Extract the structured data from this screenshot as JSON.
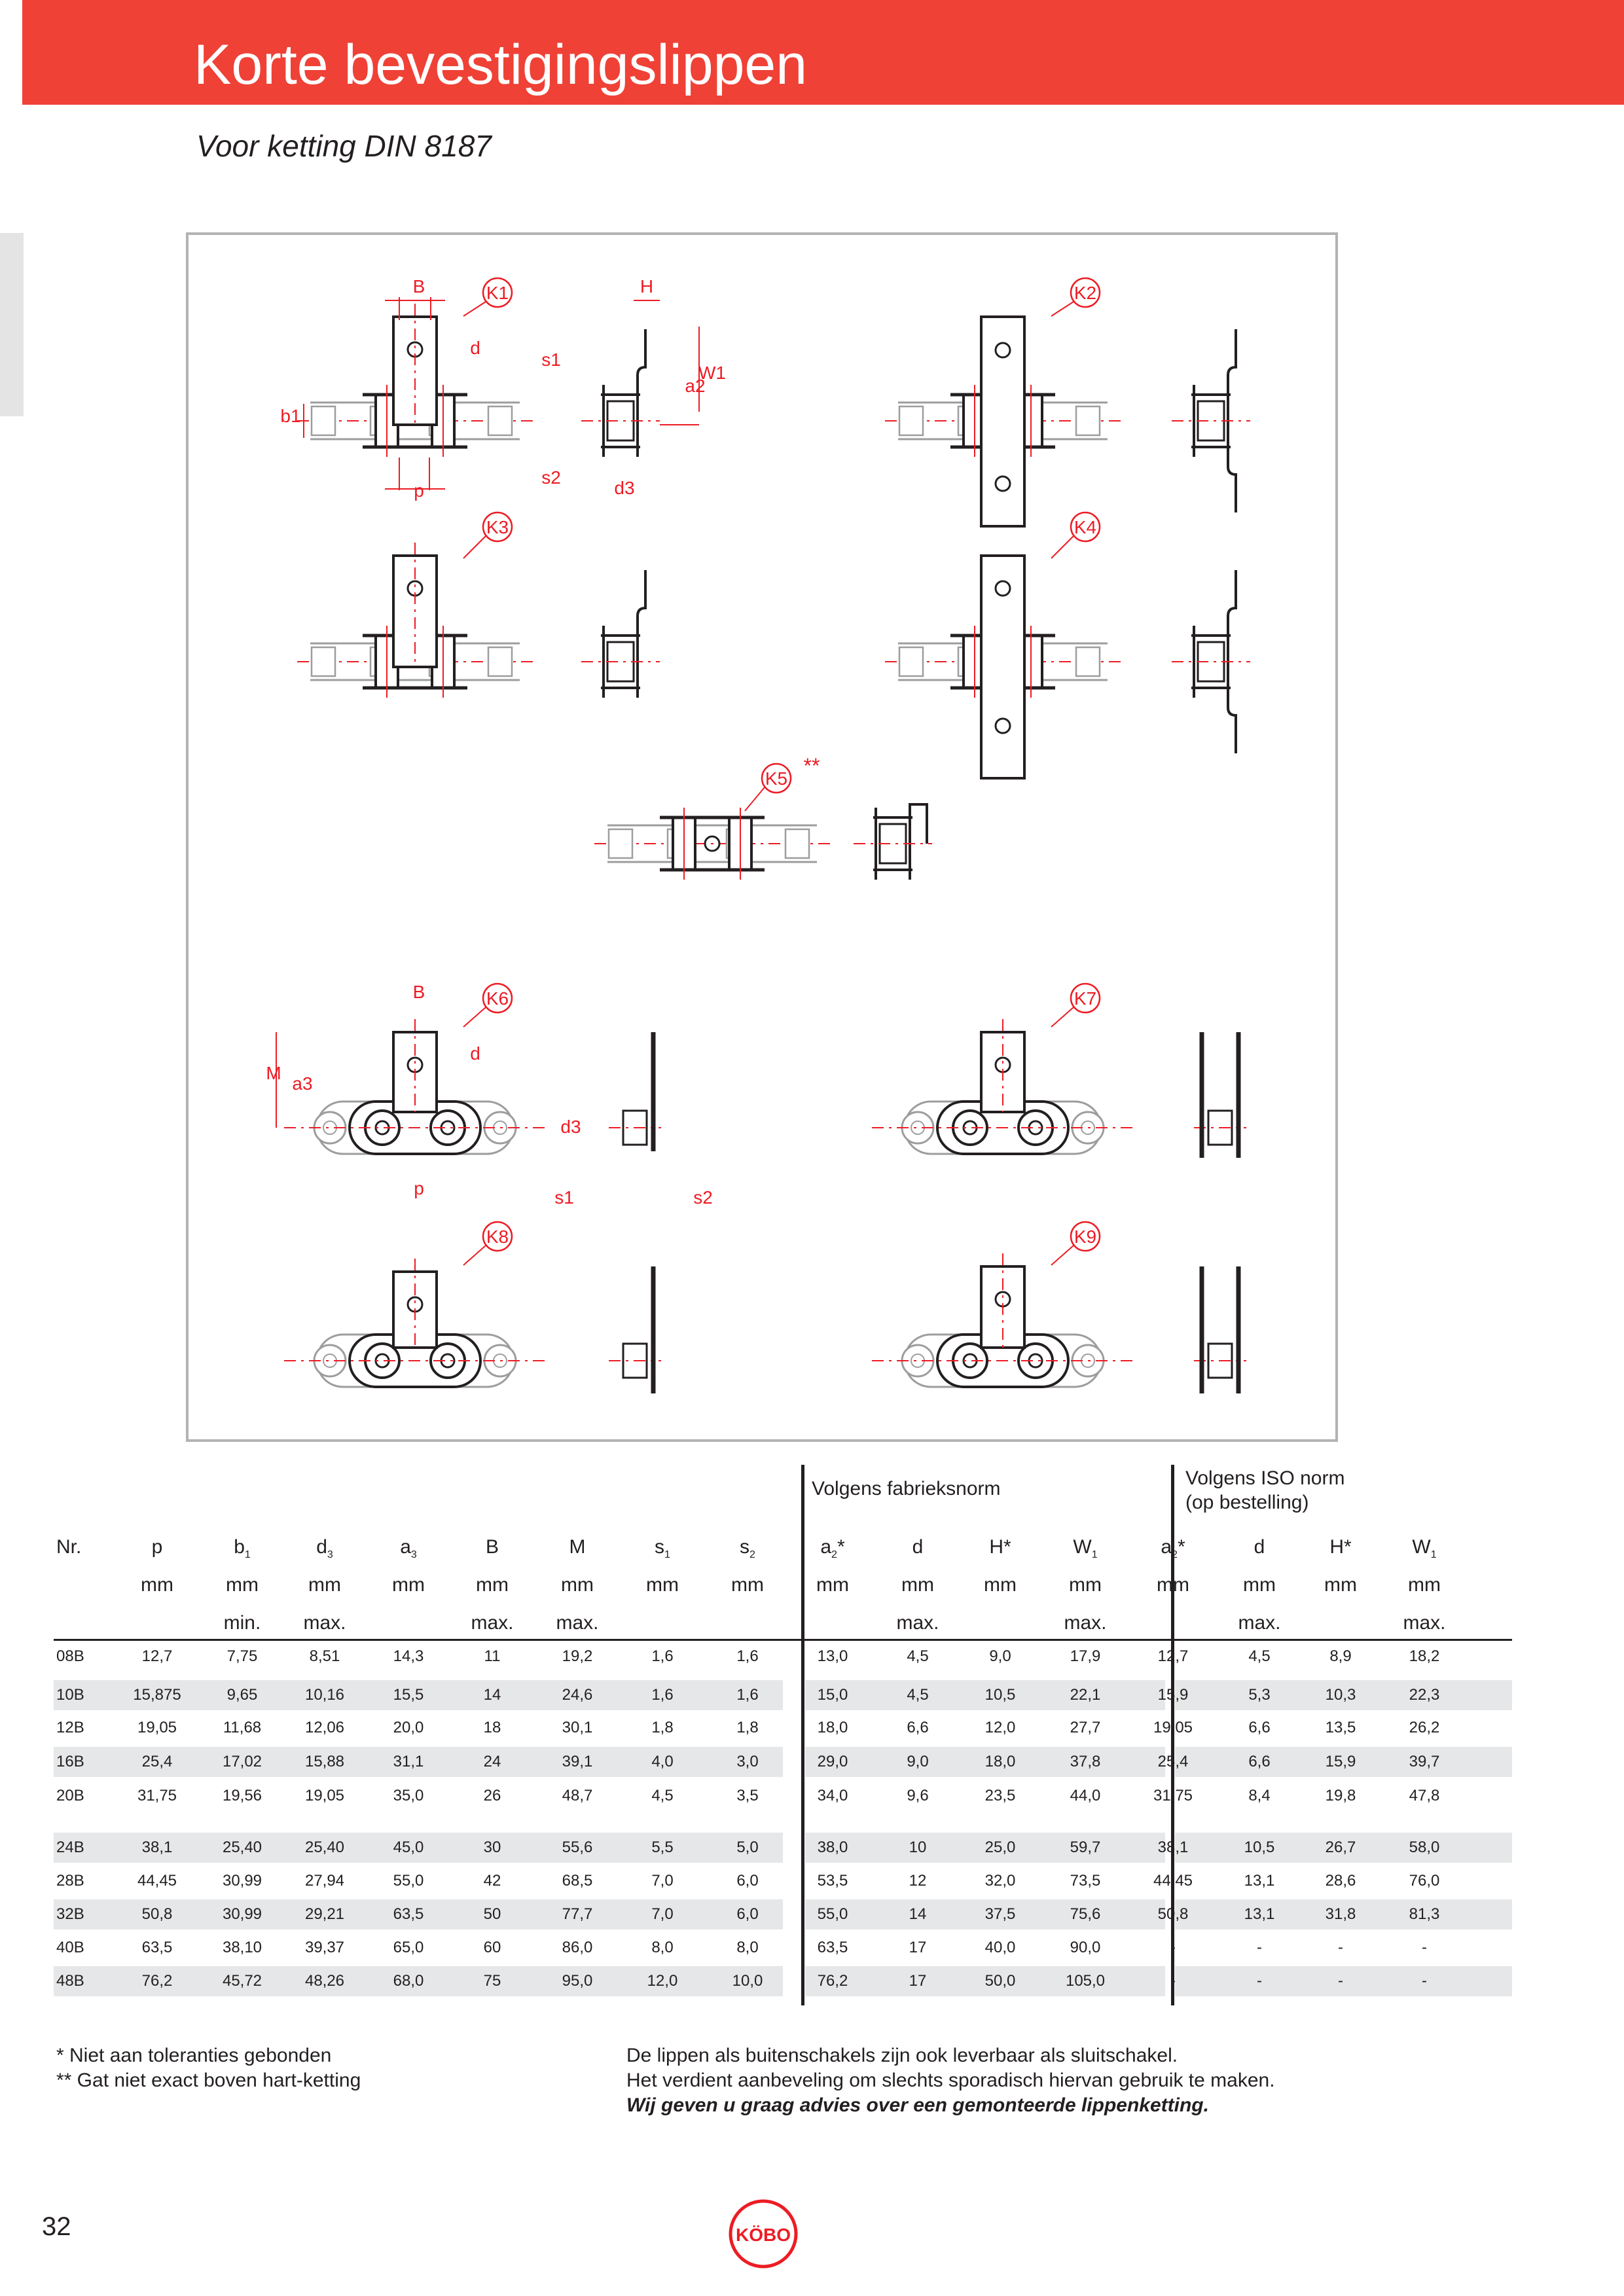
{
  "header": {
    "title": "Korte bevestigingslippen",
    "subtitle": "Voor ketting DIN 8187"
  },
  "page_number": "32",
  "logo_text": "KÖBO",
  "colors": {
    "accent_red": "#ef4136",
    "drawing_red": "#ed1c24",
    "row_shade": "#e6e7e8",
    "frame_grey": "#b3b3b3"
  },
  "drawing": {
    "variants": [
      "K1",
      "K2",
      "K3",
      "K4",
      "K5",
      "K6",
      "K7",
      "K8",
      "K9"
    ],
    "k5_suffix": "**",
    "dims_k1": {
      "B": "B",
      "d": "d",
      "b1": "b1",
      "p": "p",
      "H": "H",
      "s1": "s1",
      "W1": "W1",
      "a2": "a2",
      "s2": "s2",
      "d3": "d3"
    },
    "dims_k6": {
      "B": "B",
      "d": "d",
      "M": "M",
      "a3": "a3",
      "p": "p",
      "d3": "d3",
      "s1": "s1",
      "s2": "s2"
    }
  },
  "table": {
    "groups": {
      "fabrieksnorm": "Volgens fabrieksnorm",
      "iso_line1": "Volgens ISO norm",
      "iso_line2": "(op bestelling)"
    },
    "headers": [
      {
        "label": "Nr.",
        "sub": "",
        "unit": "",
        "limit": ""
      },
      {
        "label": "p",
        "sub": "",
        "unit": "mm",
        "limit": ""
      },
      {
        "label": "b",
        "sub": "1",
        "unit": "mm",
        "limit": "min."
      },
      {
        "label": "d",
        "sub": "3",
        "unit": "mm",
        "limit": "max."
      },
      {
        "label": "a",
        "sub": "3",
        "unit": "mm",
        "limit": ""
      },
      {
        "label": "B",
        "sub": "",
        "unit": "mm",
        "limit": "max."
      },
      {
        "label": "M",
        "sub": "",
        "unit": "mm",
        "limit": "max."
      },
      {
        "label": "s",
        "sub": "1",
        "unit": "mm",
        "limit": ""
      },
      {
        "label": "s",
        "sub": "2",
        "unit": "mm",
        "limit": ""
      },
      {
        "label": "a",
        "sub": "2",
        "sup": "*",
        "unit": "mm",
        "limit": ""
      },
      {
        "label": "d",
        "sub": "",
        "unit": "mm",
        "limit": "max."
      },
      {
        "label": "H*",
        "sub": "",
        "unit": "mm",
        "limit": ""
      },
      {
        "label": "W",
        "sub": "1",
        "unit": "mm",
        "limit": "max."
      },
      {
        "label": "a",
        "sub": "2",
        "sup": "*",
        "unit": "mm",
        "limit": ""
      },
      {
        "label": "d",
        "sub": "",
        "unit": "mm",
        "limit": "max."
      },
      {
        "label": "H*",
        "sub": "",
        "unit": "mm",
        "limit": ""
      },
      {
        "label": "W",
        "sub": "1",
        "unit": "mm",
        "limit": "max."
      }
    ],
    "rows": [
      [
        "08B",
        "12,7",
        "7,75",
        "8,51",
        "14,3",
        "11",
        "19,2",
        "1,6",
        "1,6",
        "13,0",
        "4,5",
        "9,0",
        "17,9",
        "12,7",
        "4,5",
        "8,9",
        "18,2"
      ],
      [
        "10B",
        "15,875",
        "9,65",
        "10,16",
        "15,5",
        "14",
        "24,6",
        "1,6",
        "1,6",
        "15,0",
        "4,5",
        "10,5",
        "22,1",
        "15,9",
        "5,3",
        "10,3",
        "22,3"
      ],
      [
        "12B",
        "19,05",
        "11,68",
        "12,06",
        "20,0",
        "18",
        "30,1",
        "1,8",
        "1,8",
        "18,0",
        "6,6",
        "12,0",
        "27,7",
        "19,05",
        "6,6",
        "13,5",
        "26,2"
      ],
      [
        "16B",
        "25,4",
        "17,02",
        "15,88",
        "31,1",
        "24",
        "39,1",
        "4,0",
        "3,0",
        "29,0",
        "9,0",
        "18,0",
        "37,8",
        "25,4",
        "6,6",
        "15,9",
        "39,7"
      ],
      [
        "20B",
        "31,75",
        "19,56",
        "19,05",
        "35,0",
        "26",
        "48,7",
        "4,5",
        "3,5",
        "34,0",
        "9,6",
        "23,5",
        "44,0",
        "31,75",
        "8,4",
        "19,8",
        "47,8"
      ],
      [
        "24B",
        "38,1",
        "25,40",
        "25,40",
        "45,0",
        "30",
        "55,6",
        "5,5",
        "5,0",
        "38,0",
        "10",
        "25,0",
        "59,7",
        "38,1",
        "10,5",
        "26,7",
        "58,0"
      ],
      [
        "28B",
        "44,45",
        "30,99",
        "27,94",
        "55,0",
        "42",
        "68,5",
        "7,0",
        "6,0",
        "53,5",
        "12",
        "32,0",
        "73,5",
        "44,45",
        "13,1",
        "28,6",
        "76,0"
      ],
      [
        "32B",
        "50,8",
        "30,99",
        "29,21",
        "63,5",
        "50",
        "77,7",
        "7,0",
        "6,0",
        "55,0",
        "14",
        "37,5",
        "75,6",
        "50,8",
        "13,1",
        "31,8",
        "81,3"
      ],
      [
        "40B",
        "63,5",
        "38,10",
        "39,37",
        "65,0",
        "60",
        "86,0",
        "8,0",
        "8,0",
        "63,5",
        "17",
        "40,0",
        "90,0",
        "-",
        "-",
        "-",
        "-"
      ],
      [
        "48B",
        "76,2",
        "45,72",
        "48,26",
        "68,0",
        "75",
        "95,0",
        "12,0",
        "10,0",
        "76,2",
        "17",
        "50,0",
        "105,0",
        "-",
        "-",
        "-",
        "-"
      ]
    ]
  },
  "footnotes": {
    "left": [
      "* Niet aan toleranties gebonden",
      "** Gat niet exact boven hart-ketting"
    ],
    "right_1": "De lippen als buitenschakels zijn ook leverbaar als sluitschakel.",
    "right_2": "Het verdient aanbeveling om slechts sporadisch hiervan gebruik te maken.",
    "right_3": "Wij geven u graag advies over een gemonteerde lippenketting."
  }
}
